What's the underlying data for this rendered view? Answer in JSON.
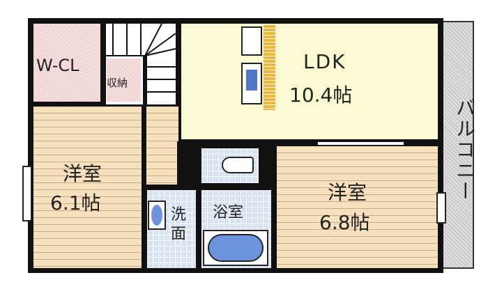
{
  "rooms": {
    "wcl": "W-CL",
    "storage": "収納",
    "ldk_name": "LDK",
    "ldk_size": "10.4帖",
    "west1_name": "洋室",
    "west1_size": "6.1帖",
    "west2_name": "洋室",
    "west2_size": "6.8帖",
    "wash": "洗面",
    "bath": "浴室",
    "balcony": "バルコニー"
  }
}
